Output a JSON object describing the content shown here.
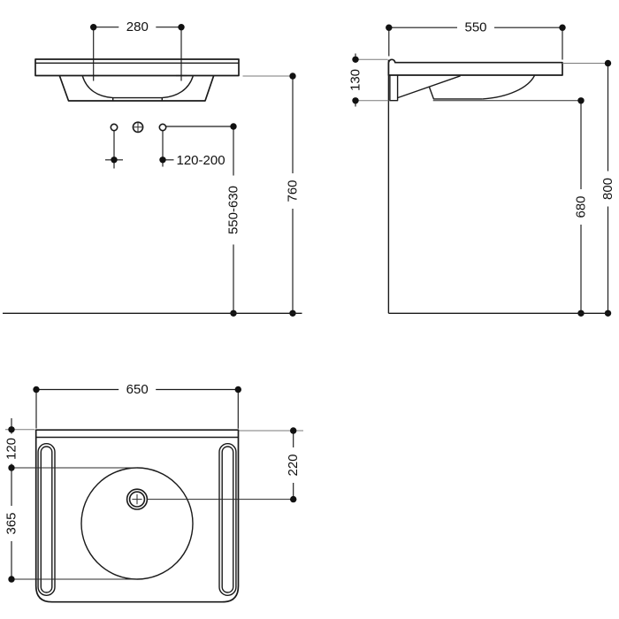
{
  "front_view": {
    "tap_hole_spacing": "280",
    "tap_hole_offset_range": "120-200",
    "mounting_height_range": "550-630",
    "rim_height": "760"
  },
  "side_view": {
    "basin_depth": "550",
    "front_height": "130",
    "underside_clearance": "680",
    "rim_height": "800"
  },
  "plan_view": {
    "overall_width": "650",
    "bowl_front_offset": "120",
    "bowl_diameter": "365",
    "drain_offset": "220"
  },
  "colors": {
    "line_color": "#1a1a1a",
    "reference_line_color": "#7a7a7a",
    "background": "#ffffff"
  }
}
